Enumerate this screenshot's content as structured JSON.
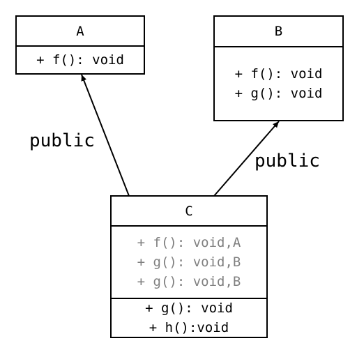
{
  "classes": {
    "A": {
      "name": "A",
      "members": [
        "+ f(): void"
      ]
    },
    "B": {
      "name": "B",
      "members": [
        "+ f(): void",
        "+ g(): void"
      ]
    },
    "C": {
      "name": "C",
      "inherited_members": [
        "+ f(): void,A",
        "+ g(): void,B",
        "+ g(): void,B"
      ],
      "own_members": [
        "+ g(): void",
        "+ h():void"
      ]
    }
  },
  "relations": [
    {
      "from": "C",
      "to": "A",
      "label": "public"
    },
    {
      "from": "C",
      "to": "B",
      "label": "public"
    }
  ],
  "colors": {
    "line": "#000000",
    "inherited_text": "#808080"
  }
}
